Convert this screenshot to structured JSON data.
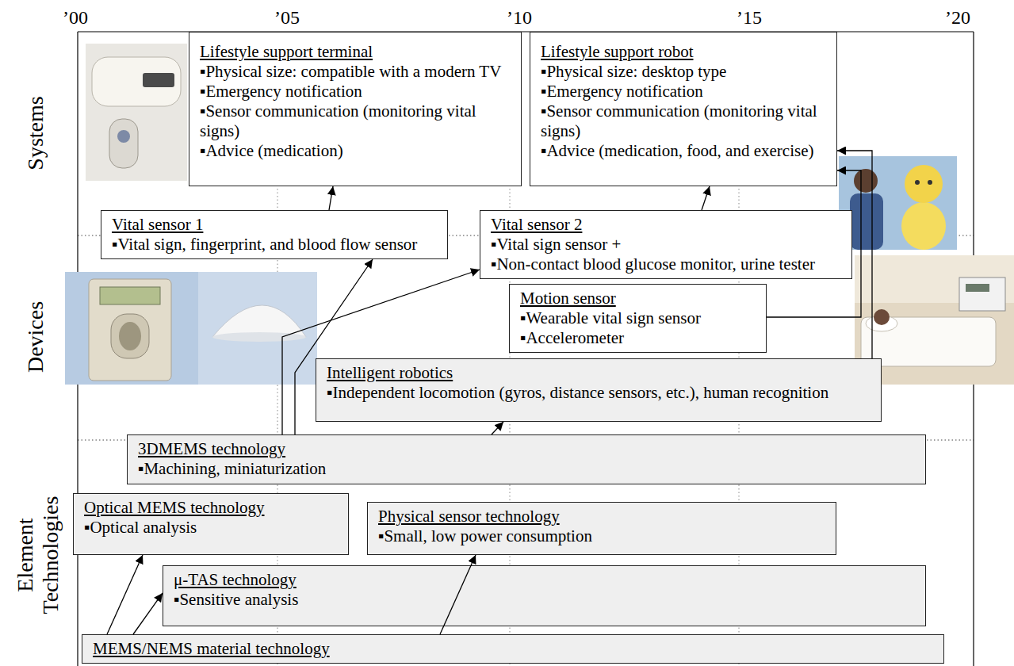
{
  "diagram": {
    "nodes": [
      {
        "text": [
          "Lifestyle support terminal",
          "▪Physical size: compatible with a modern TV",
          "▪Emergency notification",
          "▪Sensor communication (monitoring vital signs)",
          "▪Advice (medication)"
        ]
      },
      {
        "text": [
          "Lifestyle support robot",
          "▪Physical size: desktop type",
          "▪Emergency notification",
          "▪Sensor communication (monitoring vital signs)",
          "▪Advice (medication, food, and exercise)"
        ]
      },
      {
        "text": [
          "Vital sensor 1",
          "▪Vital sign, fingerprint, and blood flow sensor"
        ]
      },
      {
        "text": [
          "Vital sensor 2",
          "▪Vital sign sensor +",
          "▪Non-contact blood glucose monitor, urine tester"
        ]
      },
      {
        "text": [
          "Motion sensor",
          "▪Wearable vital sign sensor",
          "▪Accelerometer"
        ]
      },
      {
        "text": [
          "Intelligent robotics",
          "▪Independent locomotion (gyros, distance sensors, etc.), human recognition"
        ]
      },
      {
        "text": [
          "3DMEMS technology",
          "▪Machining, miniaturization"
        ]
      },
      {
        "text": [
          "Optical MEMS technology",
          "▪Optical analysis"
        ]
      },
      {
        "text": [
          "Physical sensor technology",
          "▪Small, low power consumption"
        ]
      },
      {
        "text": [
          "μ-TAS technology",
          "▪Sensitive analysis"
        ]
      },
      {
        "text": [
          "MEMS/NEMS material technology"
        ]
      }
    ],
    "edges": [
      {
        "from": 2,
        "to": 0,
        "arrow": "to"
      },
      {
        "from": 6,
        "to": 2,
        "arrow": "to"
      },
      {
        "from": 6,
        "to": 3,
        "arrow": "to"
      },
      {
        "from": 3,
        "to": 1,
        "arrow": "to"
      },
      {
        "from": 4,
        "to": 1,
        "arrow": "to"
      },
      {
        "from": 5,
        "to": 1,
        "arrow": "to"
      },
      {
        "from": 6,
        "to": 5,
        "arrow": "to"
      },
      {
        "from": 10,
        "to": 7,
        "arrow": "to"
      },
      {
        "from": 10,
        "to": 9,
        "arrow": "to"
      },
      {
        "from": 10,
        "to": 8,
        "arrow": "to"
      }
    ],
    "labels": [
      "’00",
      "’05",
      "’10",
      "’15",
      "’20",
      "Systems",
      "Devices",
      "Element Technologies"
    ]
  }
}
